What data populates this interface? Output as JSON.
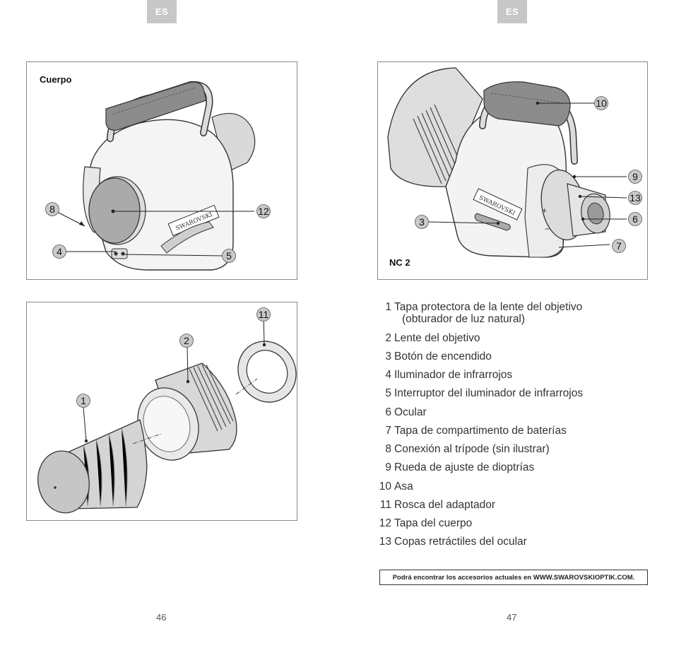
{
  "left_page": {
    "tab": "ES",
    "page_number": "46",
    "figure_body": {
      "label": "Cuerpo",
      "callouts": [
        "8",
        "12",
        "4",
        "5"
      ],
      "brand": "SWAROVSKI"
    },
    "figure_parts": {
      "callouts": [
        "11",
        "2",
        "1"
      ]
    }
  },
  "right_page": {
    "tab": "ES",
    "page_number": "47",
    "figure_nc2": {
      "label": "NC 2",
      "callouts": [
        "10",
        "9",
        "13",
        "3",
        "6",
        "7"
      ],
      "brand": "SWAROVSKI"
    },
    "legend": [
      {
        "num": "1",
        "text": "Tapa protectora de la lente del objetivo",
        "text2": "(obturador de luz natural)"
      },
      {
        "num": "2",
        "text": "Lente del objetivo"
      },
      {
        "num": "3",
        "text": "Botón de encendido"
      },
      {
        "num": "4",
        "text": "Iluminador de infrarrojos"
      },
      {
        "num": "5",
        "text": "Interruptor del iluminador de infrarrojos"
      },
      {
        "num": "6",
        "text": "Ocular"
      },
      {
        "num": "7",
        "text": "Tapa de compartimento de baterías"
      },
      {
        "num": "8",
        "text": "Conexión al trípode (sin ilustrar)"
      },
      {
        "num": "9",
        "text": "Rueda de ajuste de dioptrías"
      },
      {
        "num": "10",
        "text": "Asa"
      },
      {
        "num": "11",
        "text": "Rosca del adaptador"
      },
      {
        "num": "12",
        "text": "Tapa del cuerpo"
      },
      {
        "num": "13",
        "text": "Copas retráctiles del ocular"
      }
    ],
    "note": "Podrá encontrar los accesorios actuales en WWW.SWAROVSKIOPTIK.COM."
  }
}
